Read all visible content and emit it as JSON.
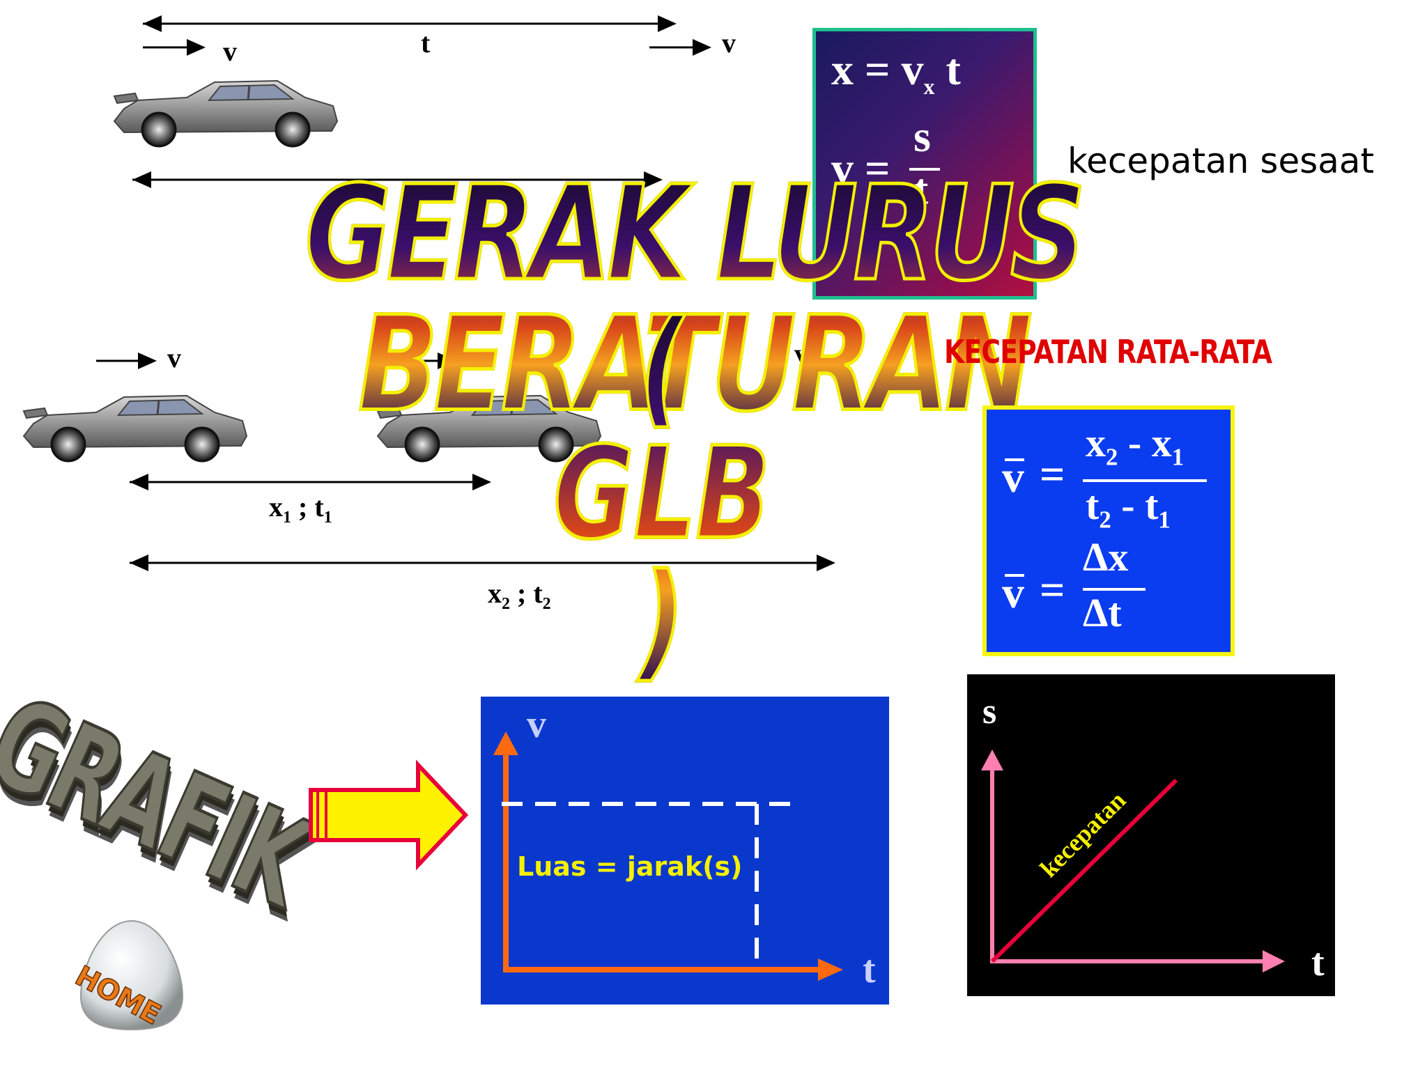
{
  "title": "GERAK LURUS BERATURAN",
  "subtitle": "( GLB )",
  "top_section": {
    "label_v_left": "v",
    "label_t": "t",
    "label_v_right": "v"
  },
  "formula_box_1": {
    "eq1_left": "x = v",
    "eq1_sub": "x",
    "eq1_right": " t",
    "eq2_left": "v =",
    "eq2_num": "s",
    "eq2_den": "t"
  },
  "kecepatan_sesaat": "kecepatan sesaat",
  "kecepatan_rata": "KECEPATAN RATA-RATA",
  "middle_section": {
    "label_v1": "v",
    "label_v2": "v",
    "label_v3": "v",
    "x1_t1": {
      "a": "x",
      "a_sub": "1",
      "sep": " ; t",
      "b_sub": "1"
    },
    "x2_t2": {
      "a": "x",
      "a_sub": "2",
      "sep": " ; t",
      "b_sub": "2"
    }
  },
  "formula_box_2": {
    "vbar": "v",
    "eq": "=",
    "num1": "x",
    "num1_sub": "2",
    "minus": " - ",
    "num2": "x",
    "num2_sub": "1",
    "den1": "t",
    "den1_sub": "2",
    "den2": "t",
    "den2_sub": "1",
    "num_delta": "Δx",
    "den_delta": "Δt"
  },
  "grafik_label": "GRAFIK",
  "graph_vt": {
    "y_axis": "v",
    "x_axis": "t",
    "area_label": "Luas = jarak(s)"
  },
  "graph_st": {
    "y_axis": "s",
    "x_axis": "t",
    "line_label": "kecepatan"
  },
  "home_label": "HOME",
  "colors": {
    "formula1_border": "#1fbf8f",
    "formula2_bg": "#0a3cf0",
    "formula2_border": "#f5f510",
    "rata_red": "#e00000",
    "graph_vt_bg": "#0a38cc",
    "graph_vt_axis": "#ff6a10",
    "graph_vt_text": "#f5f000",
    "graph_st_axis": "#ff80b0",
    "graph_st_line": "#e8003a",
    "arrow_yellow": "#fff200",
    "arrow_border": "#e8003a"
  }
}
